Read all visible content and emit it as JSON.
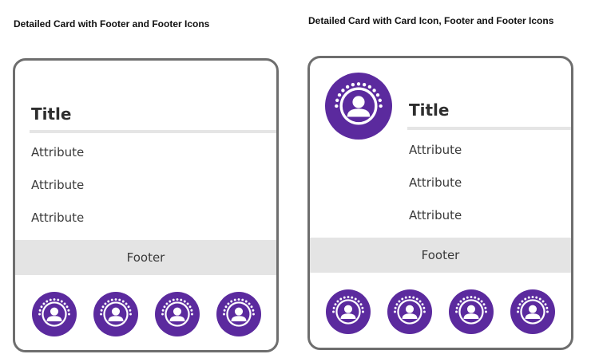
{
  "colors": {
    "accent": "#5b2a9e",
    "border": "#6e6e6e",
    "footer_bg": "#e4e4e4",
    "divider": "#e5e5e5"
  },
  "left_card": {
    "heading": "Detailed Card with Footer and Footer Icons",
    "title": "Title",
    "attributes": [
      "Attribute",
      "Attribute",
      "Attribute"
    ],
    "footer": "Footer",
    "footer_icons": [
      "user-badge-icon",
      "user-badge-icon",
      "user-badge-icon",
      "user-badge-icon"
    ]
  },
  "right_card": {
    "heading": "Detailed Card with Card Icon, Footer and Footer Icons",
    "card_icon": "user-badge-icon",
    "title": "Title",
    "attributes": [
      "Attribute",
      "Attribute",
      "Attribute"
    ],
    "footer": "Footer",
    "footer_icons": [
      "user-badge-icon",
      "user-badge-icon",
      "user-badge-icon",
      "user-badge-icon"
    ]
  }
}
